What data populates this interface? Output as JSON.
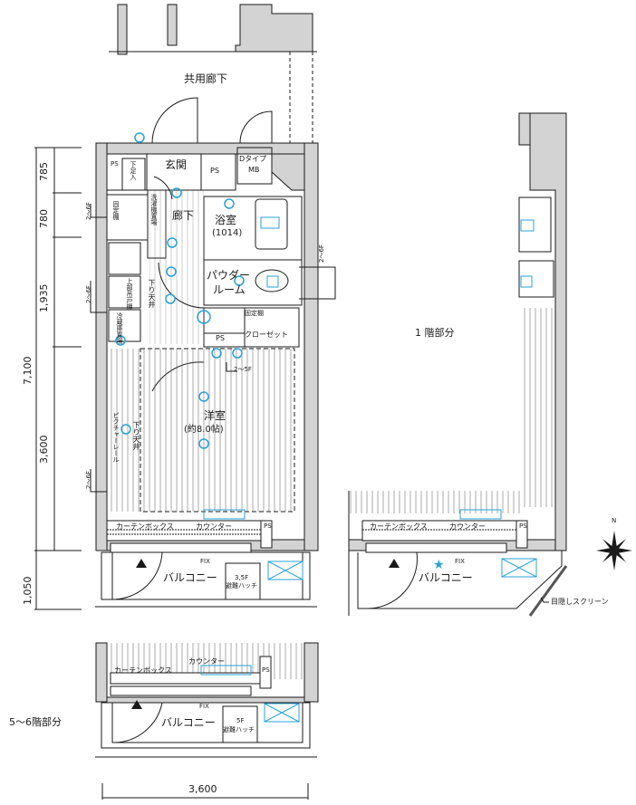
{
  "colors": {
    "wall": "#d3d3d3",
    "line": "#1a1a1a",
    "equipment": "#2aa0d8"
  },
  "corridor": {
    "label": "共用廊下"
  },
  "rooms": {
    "entrance": "玄関",
    "hall": "廊下",
    "bath": "浴室",
    "bath_size": "(1014)",
    "powder": "パウダー",
    "powder2": "ルーム",
    "western": "洋室",
    "western_size": "(約8.0帖)",
    "closet": "クローゼット",
    "fixed_shelf": "固定棚",
    "balcony": "バルコニー"
  },
  "fixtures": {
    "ps": "PS",
    "mb": "Dタイプ",
    "mb2": "MB",
    "shoe": "下足入",
    "laundry": "洗濯機置場",
    "fixed_shelf_v": "固定棚",
    "upper_shelf": "上部吊戸棚",
    "fridge": "冷蔵庫置場",
    "lowered_ceiling": "下り天井",
    "picture_rail": "ピクチャーレール",
    "curtain_box": "カーテンボックス",
    "counter": "カウンター",
    "fix": "FIX",
    "hatch_35": "3,5F",
    "hatch_5": "5F",
    "hatch": "避難ハッチ",
    "screen": "目隠しスクリーン",
    "note_2_6f": "2〜6F",
    "note_2_5f": "2〜5F"
  },
  "sections": {
    "first_floor": "1 階部分",
    "floors_5_6": "5〜6階部分"
  },
  "dimensions": {
    "vertical": [
      "785",
      "780",
      "1,935",
      "3,600",
      "1,050"
    ],
    "total": "7,100",
    "width": "3,600"
  },
  "compass": {
    "north": "N"
  }
}
